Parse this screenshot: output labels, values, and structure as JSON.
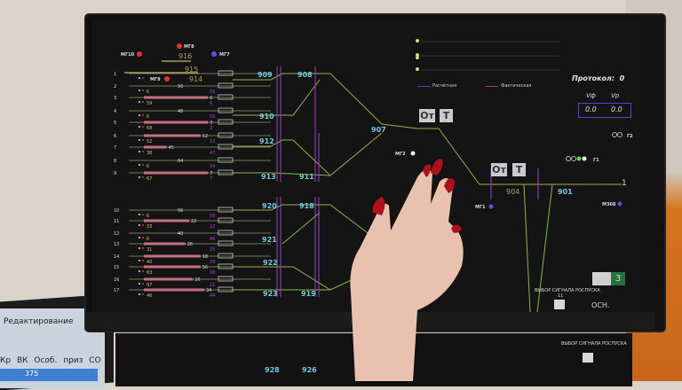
{
  "legend": {
    "calculated": "Расчётная",
    "actual": "Фактическая",
    "calculated_color": "#4b3fd6",
    "actual_color": "#b23b3b"
  },
  "protocol": {
    "label": "Протокол:",
    "value": "0"
  },
  "speed": {
    "vf_label": "Vф",
    "vr_label": "Vр",
    "vf": "0.0",
    "vr": "0.0"
  },
  "signals": {
    "mg10": "МГ10",
    "mg8": "МГ8",
    "mg7": "МГ7",
    "mg9": "МГ9",
    "mg2": "МГ2",
    "mg1": "МГ1",
    "m368": "М368",
    "g1": "Г1",
    "g2": "Г2"
  },
  "switches": {
    "s909": "909",
    "s908": "908",
    "s910": "910",
    "s912": "912",
    "s913": "913",
    "s911": "911",
    "s907": "907",
    "s904": "904",
    "s901": "901",
    "s916": "916",
    "s915": "915",
    "s914": "914",
    "s920": "920",
    "s918": "918",
    "s921": "921",
    "s922": "922",
    "s923": "923",
    "s919": "919",
    "s928": "928",
    "s926": "926"
  },
  "buttons": {
    "ot1": "От",
    "t1": "Т",
    "ot2": "От",
    "t2": "Т",
    "g3": "3"
  },
  "exit_track": "1",
  "signal_select_label": "ВЫБОР СИГНАЛА РОСПУСКА",
  "signal_select_sub": "11",
  "mode": "ОСН.",
  "upper_rows": [
    {
      "num": "1",
      "mid": "",
      "bottom": "",
      "purple": "",
      "bar": 0
    },
    {
      "num": "2",
      "mid": "56",
      "bottom": "6",
      "purple": "56",
      "bar": 0
    },
    {
      "num": "3",
      "mid": "6",
      "bottom": "59",
      "purple": "6",
      "bar": 0.85
    },
    {
      "num": "4",
      "mid": "48",
      "bottom": "6",
      "purple": "55",
      "bar": 0
    },
    {
      "num": "5",
      "mid": "3",
      "bottom": "68",
      "purple": "3",
      "bar": 0.85
    },
    {
      "num": "6",
      "mid": "12",
      "bottom": "52",
      "purple": "12",
      "bar": 0.75
    },
    {
      "num": "7",
      "mid": "45",
      "bottom": "38",
      "purple": "47",
      "bar": 0.3
    },
    {
      "num": "8",
      "mid": "64",
      "bottom": "6",
      "purple": "34",
      "bar": 0
    },
    {
      "num": "9",
      "mid": "7",
      "bottom": "67",
      "purple": "7",
      "bar": 0.85
    }
  ],
  "lower_rows": [
    {
      "num": "10",
      "mid": "56",
      "bottom": "6",
      "purple": "56",
      "bar": 0
    },
    {
      "num": "11",
      "mid": "22",
      "bottom": "33",
      "purple": "22",
      "bar": 0.6
    },
    {
      "num": "12",
      "mid": "40",
      "bottom": "6",
      "purple": "46",
      "bar": 0
    },
    {
      "num": "13",
      "mid": "26",
      "bottom": "31",
      "purple": "25",
      "bar": 0.55
    },
    {
      "num": "14",
      "mid": "18",
      "bottom": "40",
      "purple": "18",
      "bar": 0.75
    },
    {
      "num": "15",
      "mid": "56",
      "bottom": "63",
      "purple": "58",
      "bar": 0.75
    },
    {
      "num": "16",
      "mid": "26",
      "bottom": "97",
      "purple": "21",
      "bar": 0.65
    },
    {
      "num": "17",
      "mid": "34",
      "bottom": "46",
      "purple": "44",
      "bar": 0.8
    }
  ],
  "laptop": {
    "title": "Редактирование",
    "headers": "Кр ВК Особ. приз СО",
    "value": "375"
  }
}
